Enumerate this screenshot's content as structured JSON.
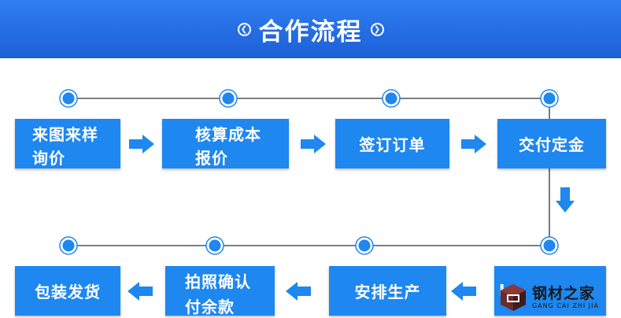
{
  "header": {
    "title": "合作流程",
    "background_color": "#2370e6",
    "left_icon": "chevron-left-circle-icon",
    "right_icon": "chevron-right-circle-icon"
  },
  "colors": {
    "box": "#1e87f0",
    "node": "#1e87f0",
    "line": "#333333"
  },
  "steps": [
    {
      "id": "step-1",
      "lines": [
        "来图来样",
        "询价"
      ]
    },
    {
      "id": "step-2",
      "lines": [
        "核算成本",
        "报价"
      ]
    },
    {
      "id": "step-3",
      "lines": [
        "签订订单"
      ]
    },
    {
      "id": "step-4",
      "lines": [
        "交付定金"
      ]
    },
    {
      "id": "step-5",
      "lines": [
        "安排生产"
      ]
    },
    {
      "id": "step-6",
      "lines": [
        "拍照确认",
        "付余款"
      ]
    },
    {
      "id": "step-7",
      "lines": [
        "包装发货"
      ]
    }
  ],
  "step_8_partial": {
    "lines": [
      "I"
    ]
  },
  "watermark": {
    "text_cn": "钢材之家",
    "text_en": "GANG CAI ZHI JIA",
    "icon": "cube-logo-icon"
  }
}
